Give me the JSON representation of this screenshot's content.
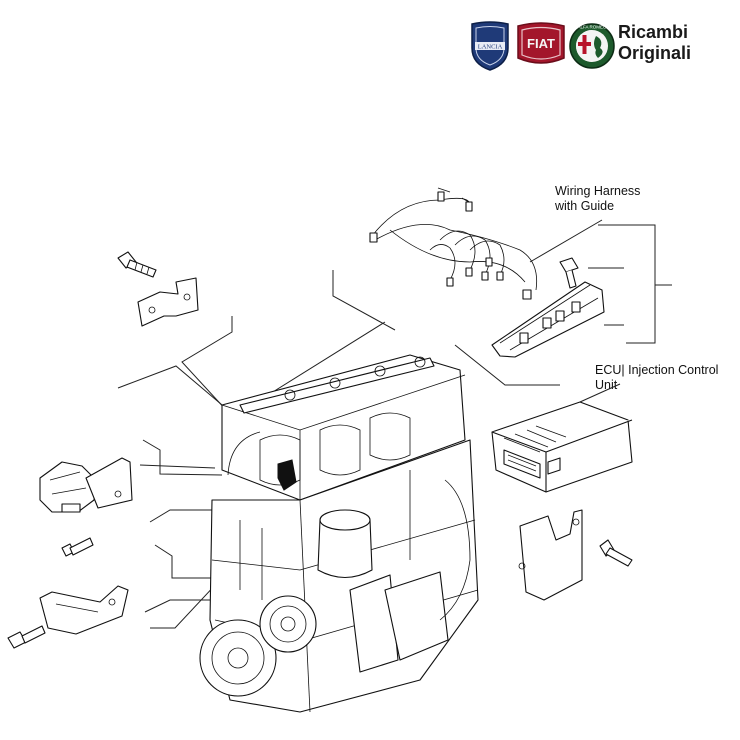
{
  "brand": {
    "line1": "Ricambi",
    "line2": "Originali",
    "logos": [
      {
        "name": "lancia-logo",
        "text": "LANCIA",
        "color": "#1f3a78"
      },
      {
        "name": "fiat-logo",
        "text": "FIAT",
        "color": "#a3162b"
      },
      {
        "name": "alfa-romeo-logo",
        "text": "ALFA ROMEO",
        "color": "#1d5a2c"
      }
    ]
  },
  "callouts": {
    "wiring_harness": [
      "Wiring Harness",
      "with Guide"
    ],
    "ecu": [
      "ECU| Injection Control",
      "Unit"
    ]
  },
  "colors": {
    "line": "#222222",
    "background": "#ffffff",
    "highlight": "#111111"
  }
}
